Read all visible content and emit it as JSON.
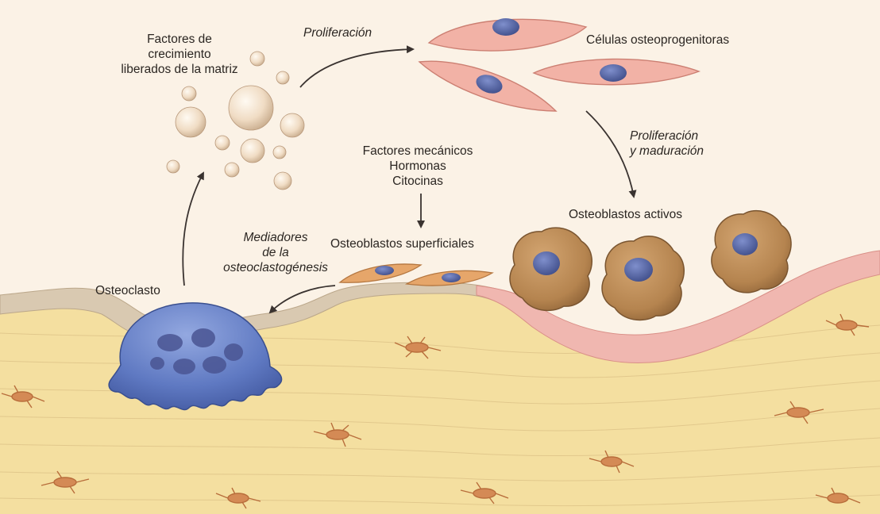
{
  "labels": {
    "growth_factors": [
      "Factores de",
      "crecimiento",
      "liberados de la matriz"
    ],
    "proliferation_top": "Proliferación",
    "osteoprogenitor_cells": "Células osteoprogenitoras",
    "proliferation_maturation": [
      "Proliferación",
      "y maduración"
    ],
    "regulators": [
      "Factores mecánicos",
      "Hormonas",
      "Citocinas"
    ],
    "active_osteoblasts": "Osteoblastos activos",
    "surface_osteoblasts": "Osteoblastos superficiales",
    "mediators": [
      "Mediadores",
      "de la",
      "osteoclastogénesis"
    ],
    "osteoclast": "Osteoclasto"
  },
  "colors": {
    "background": "#fbf2e6",
    "bone_matrix": "#f4dfa0",
    "bone_lines": "#e0c68a",
    "lining_layer": "#d9c9b1",
    "osteoid": "#f0b7b0",
    "progenitor_cell": "#f2b2a6",
    "nucleus": "#4f5f9e",
    "active_osteoblast": "#b5844f",
    "surface_osteoblast": "#e6a66a",
    "osteoclast": "#5f79c2",
    "osteocyte": "#d48a55",
    "growth_factor_sphere": "#f0dcc4",
    "arrow": "#3a3330"
  }
}
